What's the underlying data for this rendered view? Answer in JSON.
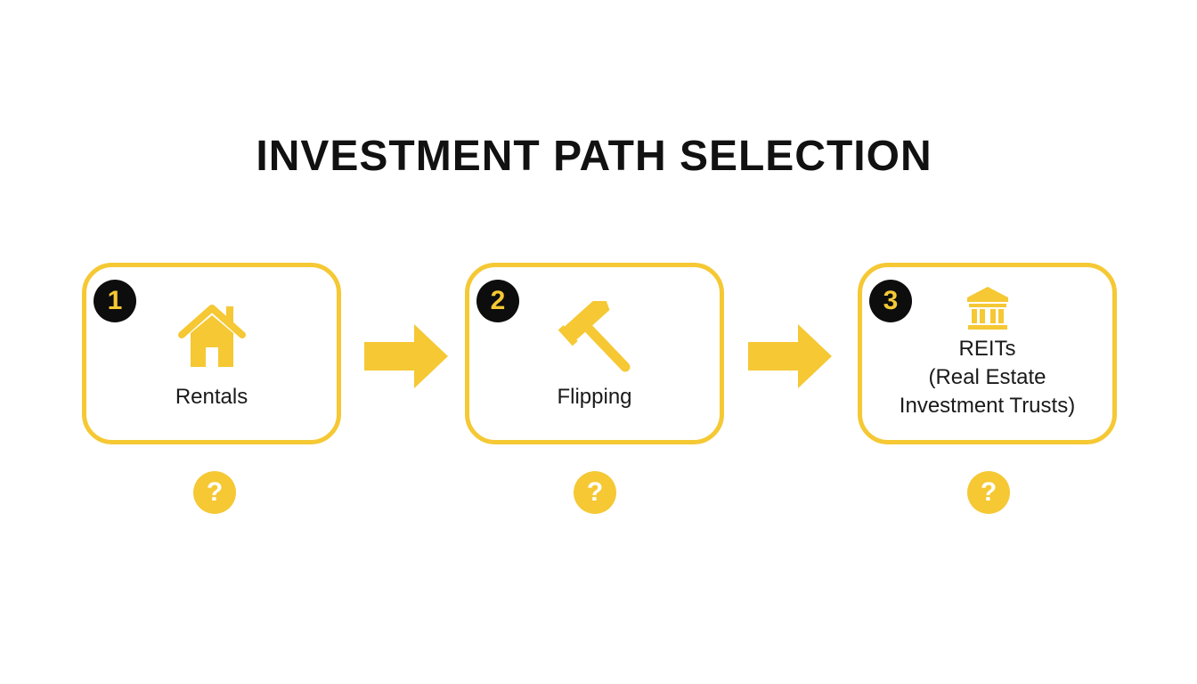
{
  "title": "INVESTMENT PATH SELECTION",
  "colors": {
    "accent": "#f5c834",
    "badge_bg": "#0d0d0d",
    "text": "#111111"
  },
  "steps": [
    {
      "number": "1",
      "label": "Rentals",
      "icon": "house-icon"
    },
    {
      "number": "2",
      "label": "Flipping",
      "icon": "hammer-icon"
    },
    {
      "number": "3",
      "label_lines": [
        "REITs",
        "(Real Estate",
        "Investment Trusts)"
      ],
      "icon": "bank-building-icon"
    }
  ],
  "help_glyph": "?"
}
